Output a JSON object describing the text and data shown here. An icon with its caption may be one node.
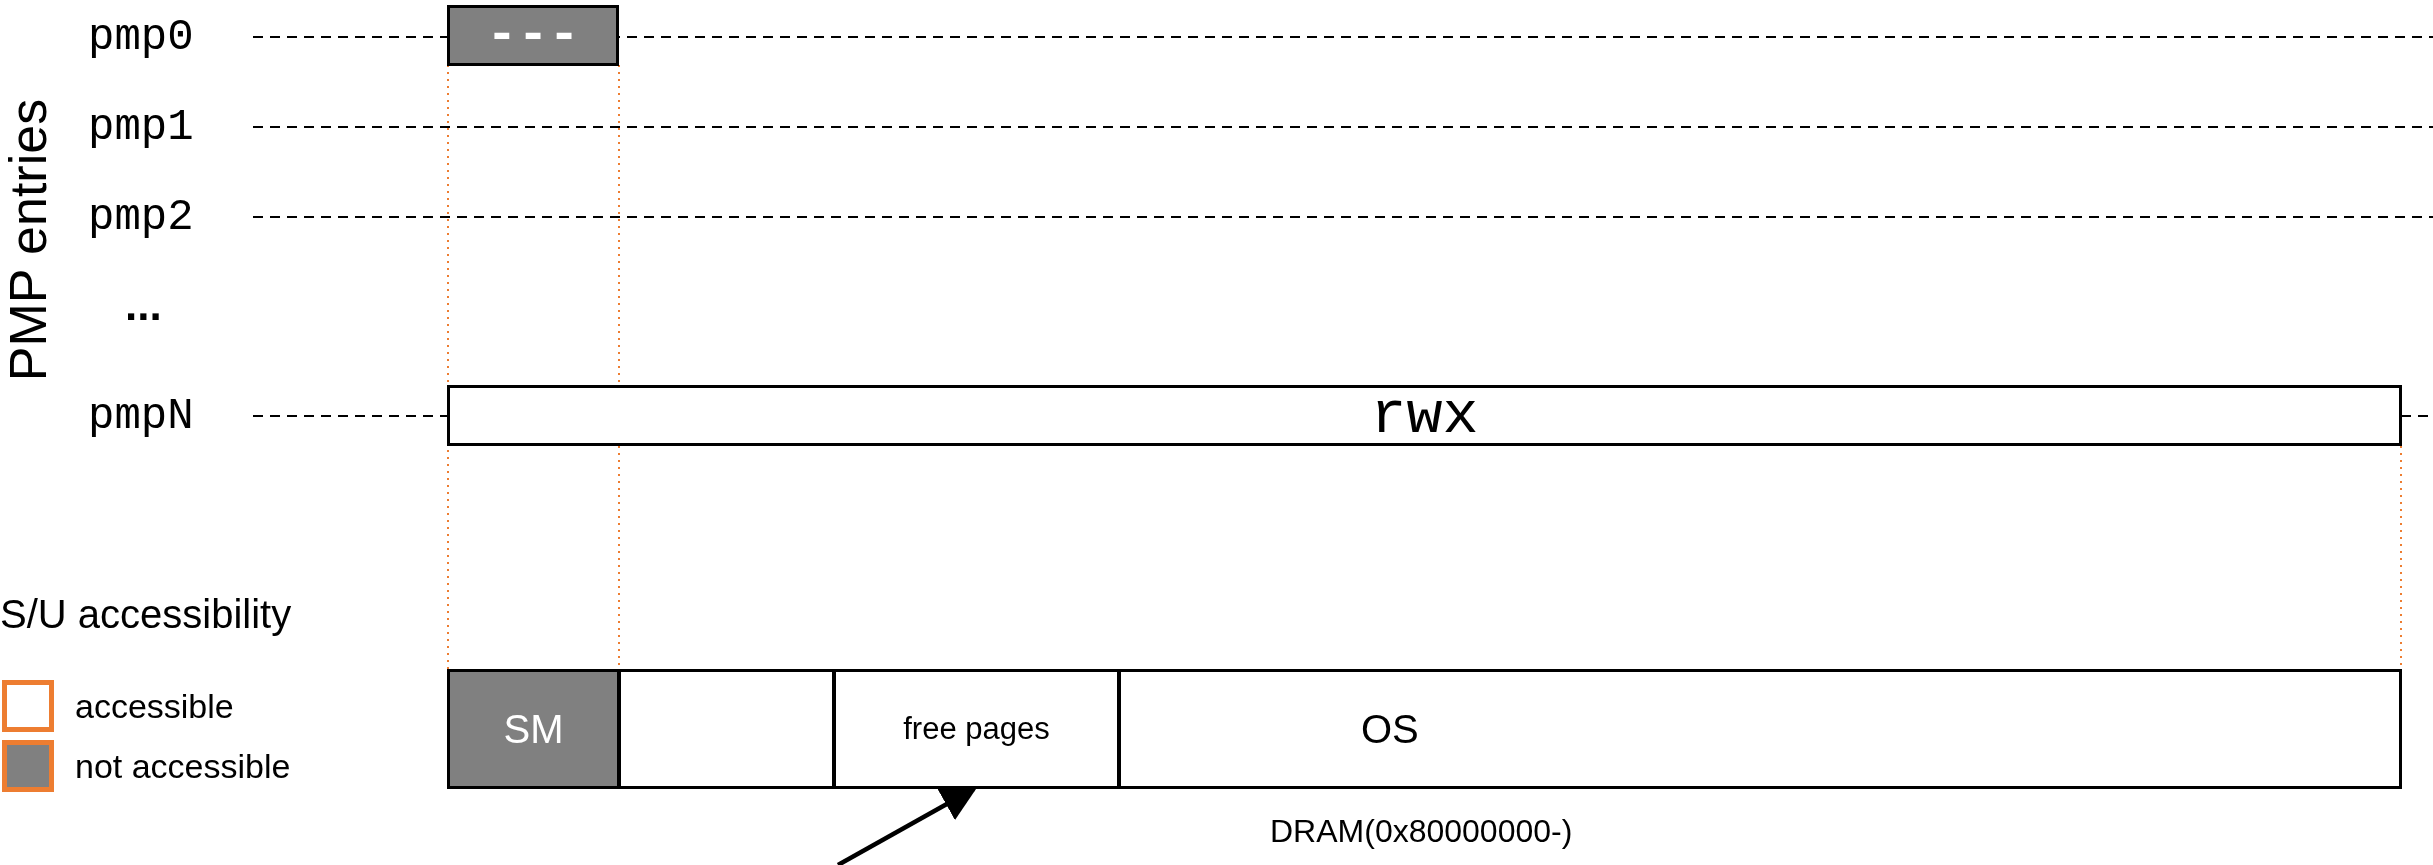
{
  "diagram": {
    "nodes": [
      {
        "text": [
          "---"
        ]
      },
      {
        "text": [
          "rwx"
        ]
      },
      {
        "text": [
          "SM"
        ]
      },
      {
        "text": [],
        "shape": "box"
      },
      {
        "text": [
          "free pages"
        ]
      },
      {
        "text": [
          "OS"
        ]
      }
    ],
    "edges": [
      {
        "from": null,
        "to": 4,
        "arrow": "to"
      }
    ],
    "labels": [
      "PMP entries",
      "pmp0",
      "pmp1",
      "pmp2",
      "...",
      "pmpN",
      "S/U accessibility",
      "DRAM(0x80000000-)"
    ],
    "legend": [
      {
        "text": "accessible",
        "color": "#ffffff"
      },
      {
        "text": "not accessible",
        "color": "#808080"
      }
    ]
  }
}
